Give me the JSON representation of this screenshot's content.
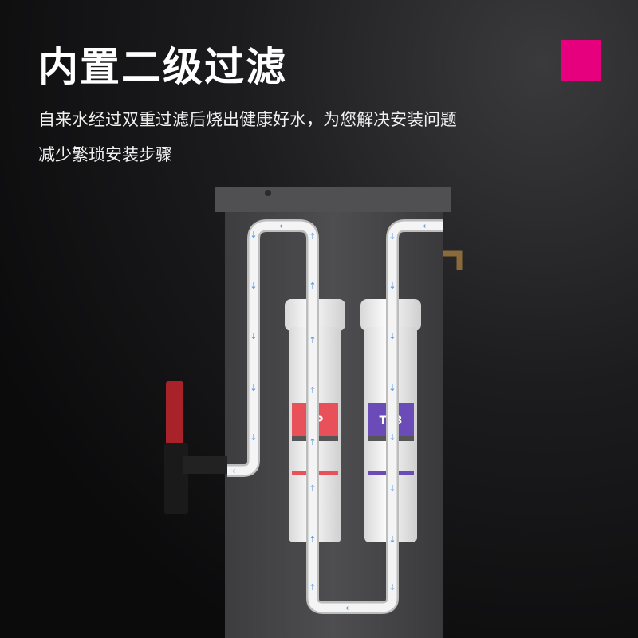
{
  "title": "内置二级过滤",
  "subtitle_lines": [
    "自来水经过双重过滤后烧出健康好水，为您解决安装问题",
    "减少繁琐安装步骤"
  ],
  "filters": [
    {
      "label": "PP",
      "color": "#e8505a"
    },
    {
      "label": "T33",
      "color": "#6a4bb8"
    }
  ],
  "colors": {
    "accent": "#e6007e",
    "arrow": "#4a90e2"
  }
}
